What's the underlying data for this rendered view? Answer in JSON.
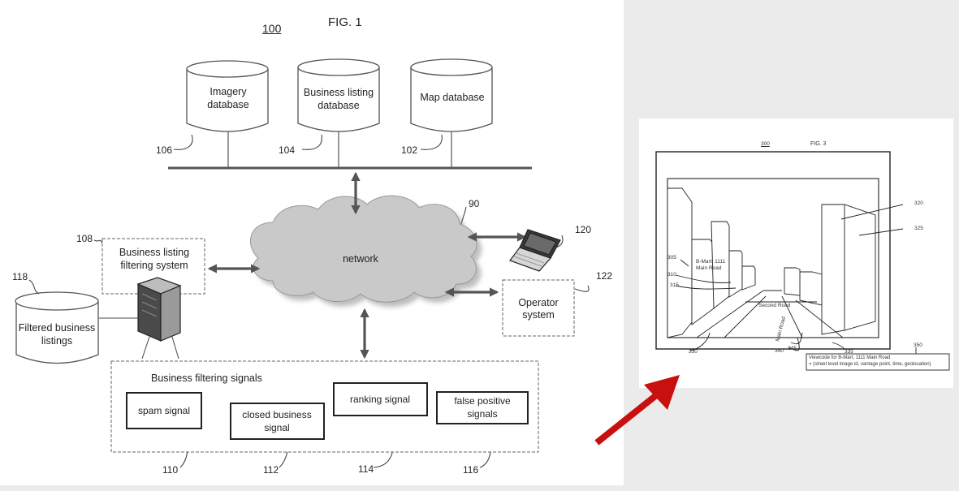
{
  "fig1": {
    "ref_number": "100",
    "title": "FIG. 1",
    "imagery_db": {
      "line1": "Imagery",
      "line2": "database",
      "ref": "106"
    },
    "business_listing_db": {
      "line1": "Business listing",
      "line2": "database",
      "ref": "104"
    },
    "map_db": {
      "label": "Map database",
      "ref": "102"
    },
    "network": {
      "label": "network",
      "ref": "90"
    },
    "laptop_ref": "120",
    "operator_system": {
      "line1": "Operator",
      "line2": "system",
      "ref": "122"
    },
    "filtering_system": {
      "line1": "Business listing",
      "line2": "filtering system",
      "ref": "108"
    },
    "filtered_listings": {
      "line1": "Filtered business",
      "line2": "listings",
      "ref": "118"
    },
    "signals_panel": {
      "title": "Business filtering signals",
      "spam": {
        "label": "spam signal",
        "ref": "110"
      },
      "closed": {
        "line1": "closed business",
        "line2": "signal",
        "ref": "112"
      },
      "ranking": {
        "label": "ranking signal",
        "ref": "114"
      },
      "false_positive": {
        "line1": "false positive",
        "line2": "signals",
        "ref": "116"
      }
    }
  },
  "fig3": {
    "ref_number": "300",
    "title": "FIG. 3",
    "refs": {
      "r305": "305",
      "r310": "310",
      "r315": "315",
      "r320": "320",
      "r325": "325",
      "r330": "330",
      "r335": "335",
      "r340": "340",
      "r345": "345",
      "r350": "350"
    },
    "storefront_label_1": "B-Mart, 1111",
    "storefront_label_2": "Main Road",
    "second_road": "Second Road",
    "main_road": "Main Road",
    "viewcode_line1": "Viewcode for B-Mart, 1111 Main Road",
    "viewcode_line2": "= (street level image id, vantage point, time, geolocation)"
  },
  "colors": {
    "panel_gray": "#ebebeb",
    "arrow_red": "#c8100f",
    "ink": "#222222"
  }
}
